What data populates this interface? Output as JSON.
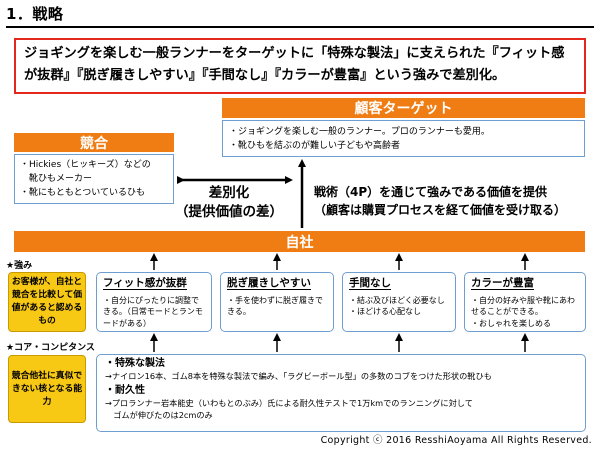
{
  "page": {
    "title": "1．戦略",
    "headline": "ジョギングを楽しむ一般ランナーをターゲットに「特殊な製法」に支えられた『フィット感が抜群』『脱ぎ履きしやすい』『手間なし』『カラーが豊富』という強みで差別化。"
  },
  "competitor": {
    "label": "競合",
    "lines": [
      "・Hickies（ヒッキーズ）などの",
      "　靴ひもメーカー",
      "・靴にもともとついているひも"
    ]
  },
  "target": {
    "label": "顧客ターゲット",
    "lines": [
      "・ジョギングを楽しむ一般のランナー。プロのランナーも愛用。",
      "・靴ひもを結ぶのが難しい子どもや高齢者"
    ]
  },
  "differentiation": {
    "line1": "差別化",
    "line2": "（提供価値の差）"
  },
  "value_offer": {
    "line1": "戦術（4P）を通じて強みである価値を提供",
    "line2": "（顧客は購買プロセスを経て価値を受け取る）"
  },
  "company": {
    "label": "自社"
  },
  "strengths": {
    "label": "★強み",
    "summary": "お客様が、自社と競合を比較して価値があると認めるもの",
    "cards": [
      {
        "title": "フィット感が抜群",
        "body": "・自分にぴったりに調整できる。（日常モードとランモードがある）"
      },
      {
        "title": "脱ぎ履きしやすい",
        "body": "・手を使わずに脱ぎ履きできる。"
      },
      {
        "title": "手間なし",
        "body": "・結ぶ及びほどく必要なし\n・ほどける心配なし"
      },
      {
        "title": "カラーが豊富",
        "body": "・自分の好みや服や靴にあわせることができる。\n・おしゃれを楽しめる"
      }
    ]
  },
  "core": {
    "label": "★コア・コンピタンス",
    "summary": "競合他社に真似できない核となる能力",
    "item1_title": "・特殊な製法",
    "item1_body": "→ナイロン16本、ゴム8本を特殊な製法で編み、「ラグビーボール型」の多数のコブをつけた形状の靴ひも",
    "item2_title": "・耐久性",
    "item2_body": "→プロランナー岩本能史（いわもとのぶみ）氏による耐久性テストで1万kmでのランニングに対して\n　ゴムが伸びたのは2cmのみ"
  },
  "copyright": "Copyright ⓒ 2016 ResshiAoyama All Rights Reserved.",
  "colors": {
    "orange": "#f07d14",
    "red_border": "#e3291d",
    "yellow": "#f7c814",
    "blue_border": "#6f9fd0"
  }
}
